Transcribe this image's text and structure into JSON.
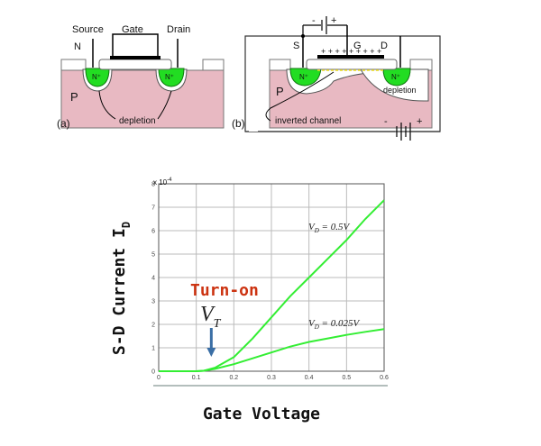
{
  "diagram_a": {
    "source": "Source",
    "gate": "Gate",
    "drain": "Drain",
    "gate_type": "N",
    "substrate": "P",
    "nplus_left": "N⁺",
    "nplus_right": "N⁺",
    "depletion": "depletion",
    "caption": "(a)"
  },
  "diagram_b": {
    "source": "S",
    "gate": "G",
    "drain": "D",
    "substrate": "P",
    "nplus_left": "N⁺",
    "nplus_right": "N⁺",
    "depletion": "depletion",
    "inverted": "inverted channel",
    "caption": "(b)",
    "batt_top_minus": "-",
    "batt_top_plus": "+",
    "batt_bottom_minus": "-",
    "batt_bottom_plus": "+",
    "gate_charges": "+ + + + + + + + +"
  },
  "colors": {
    "substrate": "#e8b9c2",
    "nplus": "#22dd22",
    "curve": "#33ee33",
    "arrow": "#3a6ea5",
    "turn_on": "#cc3311",
    "grid": "#bbbbbb"
  },
  "chart_data": {
    "type": "line",
    "xlabel": "Gate Voltage",
    "ylabel": "S-D Current I",
    "ylabel_sub": "D",
    "xlim": [
      0,
      0.6
    ],
    "ylim": [
      0,
      8
    ],
    "y_multiplier": "x 10",
    "y_multiplier_exp": "-4",
    "xticks": [
      "0",
      "0.1",
      "0.2",
      "0.3",
      "0.4",
      "0.5",
      "0.6"
    ],
    "yticks": [
      "0",
      "1",
      "2",
      "3",
      "4",
      "5",
      "6",
      "7",
      "8"
    ],
    "grid": true,
    "series": [
      {
        "name": "V_D = 0.5V",
        "label_main": "V",
        "label_sub": "D",
        "label_rest": " = 0.5V",
        "x": [
          0,
          0.1,
          0.12,
          0.15,
          0.2,
          0.25,
          0.3,
          0.35,
          0.4,
          0.45,
          0.5,
          0.55,
          0.6
        ],
        "y": [
          0,
          0,
          0.02,
          0.15,
          0.6,
          1.4,
          2.3,
          3.2,
          4.0,
          4.8,
          5.6,
          6.5,
          7.3
        ]
      },
      {
        "name": "V_D = 0.025V",
        "label_main": "V",
        "label_sub": "D",
        "label_rest": " = 0.025V",
        "x": [
          0,
          0.1,
          0.12,
          0.15,
          0.2,
          0.25,
          0.3,
          0.35,
          0.4,
          0.45,
          0.5,
          0.55,
          0.6
        ],
        "y": [
          0,
          0,
          0.02,
          0.1,
          0.3,
          0.55,
          0.8,
          1.05,
          1.25,
          1.4,
          1.55,
          1.68,
          1.8
        ]
      }
    ],
    "annotations": {
      "turn_on": "Turn-on",
      "vt_main": "V",
      "vt_sub": "T",
      "vt_x": 0.14
    }
  }
}
